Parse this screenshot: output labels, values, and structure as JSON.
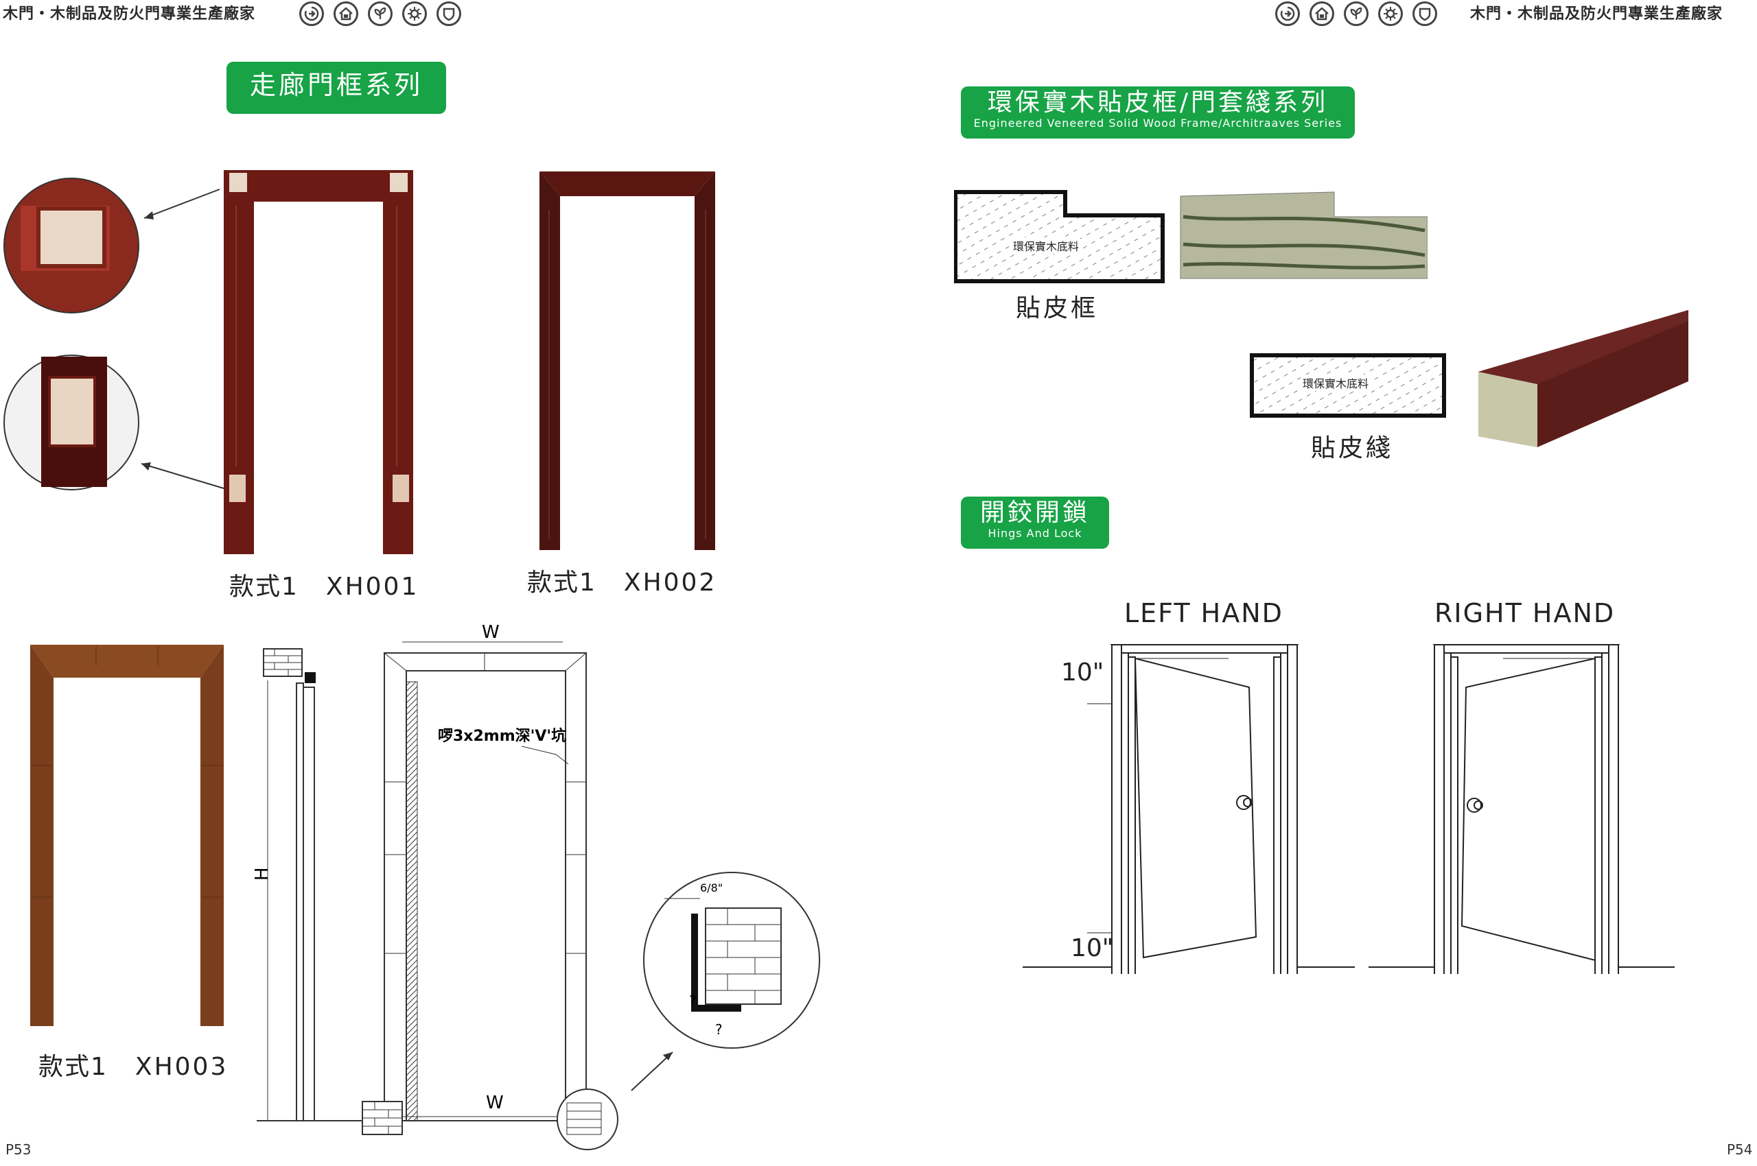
{
  "header": {
    "company": "木門・木制品及防火門專業生產廠家",
    "icons": [
      "recycle-icon",
      "house-icon",
      "leaf-icon",
      "sun-icon",
      "shield-icon"
    ]
  },
  "left_page": {
    "section_title": "走廊門框系列",
    "products": [
      {
        "style": "款式1",
        "code": "XH001"
      },
      {
        "style": "款式1",
        "code": "XH002"
      },
      {
        "style": "款式1",
        "code": "XH003"
      }
    ],
    "drawing": {
      "width_label": "W",
      "height_label": "H",
      "groove_note": "啰3x2mm深'V'坑",
      "detail_top": "6/8\"",
      "detail_q": "?"
    },
    "page_number": "P53"
  },
  "right_page": {
    "section_title": "環保實木貼皮框/門套綫系列",
    "section_subtitle": "Engineered Veneered Solid Wood Frame/Architraaves Series",
    "material_label": "環保實木底料",
    "frame_label": "貼皮框",
    "trim_label": "貼皮綫",
    "hinge_title": "開鉸開鎖",
    "hinge_subtitle": "Hings And Lock",
    "left_hand": "LEFT HAND",
    "right_hand": "RIGHT HAND",
    "dim_top": "10\"",
    "dim_bottom": "10\"",
    "page_number": "P54"
  },
  "colors": {
    "green": "#17a346",
    "mahogany": "#6b1a14",
    "dark_wood": "#3d1410",
    "light_wood": "#8a4a22"
  }
}
